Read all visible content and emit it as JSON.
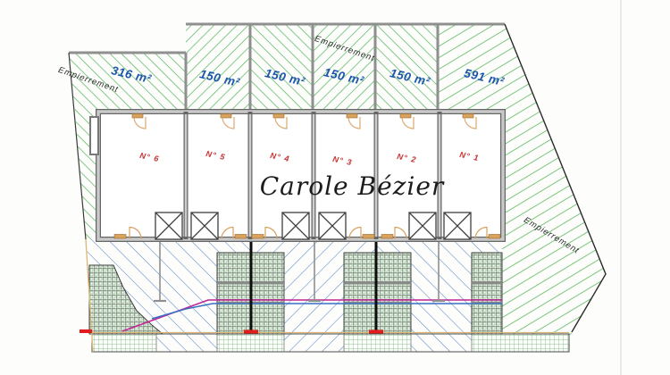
{
  "plan": {
    "watermark": "Carole Bézier",
    "empierrement": [
      "Empierrement",
      "Empierrement",
      "Empierrement"
    ],
    "plots": [
      {
        "id": "plot-6",
        "area": "316 m²"
      },
      {
        "id": "plot-5",
        "area": "150 m²"
      },
      {
        "id": "plot-4",
        "area": "150 m²"
      },
      {
        "id": "plot-3",
        "area": "150 m²"
      },
      {
        "id": "plot-2",
        "area": "150 m²"
      },
      {
        "id": "plot-1",
        "area": "591 m²"
      }
    ],
    "units": [
      {
        "id": "unit-6",
        "label": "N° 6"
      },
      {
        "id": "unit-5",
        "label": "N° 5"
      },
      {
        "id": "unit-4",
        "label": "N° 4"
      },
      {
        "id": "unit-3",
        "label": "N° 3"
      },
      {
        "id": "unit-2",
        "label": "N° 2"
      },
      {
        "id": "unit-1",
        "label": "N° 1"
      }
    ],
    "colors": {
      "hatch_green": "#5cb860",
      "hatch_blue": "#5b87c5",
      "area_label_blue": "#1d57ad",
      "unit_label_red": "#c53030",
      "wall_gray": "#8f8f8f",
      "utility_magenta": "#bf2396",
      "utility_blue": "#3a6fc4",
      "marker_red": "#e31b1b",
      "edge_tan": "#dcb676"
    }
  }
}
